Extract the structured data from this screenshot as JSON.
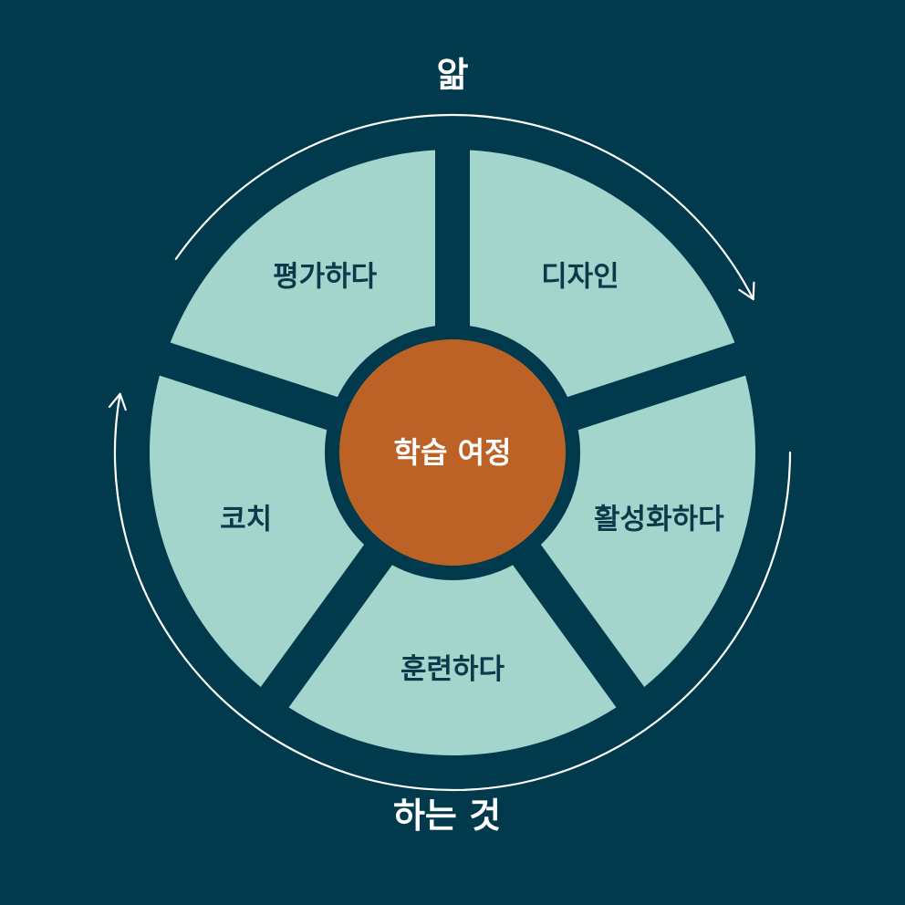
{
  "colors": {
    "background": "#003a4c",
    "segment": "#a3d5cc",
    "center": "#bc6227",
    "segment_text": "#0b3a4a",
    "light_text": "#ffffff",
    "arrow": "#ffffff"
  },
  "diagram": {
    "top_label": "앎",
    "bottom_label": "하는 것",
    "center_label": "학습 여정",
    "segments": [
      {
        "label": "디자인"
      },
      {
        "label": "활성화하다"
      },
      {
        "label": "훈련하다"
      },
      {
        "label": "코치"
      },
      {
        "label": "평가하다"
      }
    ]
  }
}
